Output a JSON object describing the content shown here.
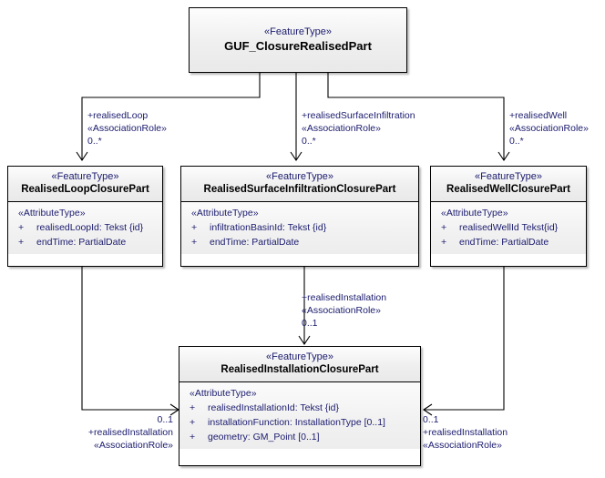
{
  "diagram": {
    "type": "uml-class-diagram",
    "title": "GUF_ClosureRealisedPart",
    "stereotype_feature": "«FeatureType»",
    "stereotype_attribute": "«AttributeType»",
    "stereotype_assocrole": "«AssociationRole»",
    "visibility_public": "+",
    "colors": {
      "text": "#1a1a6e",
      "name_text": "#000000",
      "border": "#000000",
      "header_fill": "#efefef",
      "body_fill": "#f1f1f1",
      "page_bg": "#ffffff"
    }
  },
  "classes": [
    {
      "id": "guf-closure-realised-part",
      "stereotype": "«FeatureType»",
      "name": "GUF_ClosureRealisedPart",
      "attribute_stereotype": "",
      "attributes": []
    },
    {
      "id": "realised-loop-closure-part",
      "stereotype": "«FeatureType»",
      "name": "RealisedLoopClosurePart",
      "attribute_stereotype": "«AttributeType»",
      "attributes": [
        {
          "visibility": "+",
          "text": "realisedLoopId: Tekst {id}"
        },
        {
          "visibility": "+",
          "text": "endTime: PartialDate"
        }
      ]
    },
    {
      "id": "realised-surface-infiltration-closure-part",
      "stereotype": "«FeatureType»",
      "name": "RealisedSurfaceInfiltrationClosurePart",
      "attribute_stereotype": "«AttributeType»",
      "attributes": [
        {
          "visibility": "+",
          "text": "infiltrationBasinId: Tekst {id}"
        },
        {
          "visibility": "+",
          "text": "endTime: PartialDate"
        }
      ]
    },
    {
      "id": "realised-well-closure-part",
      "stereotype": "«FeatureType»",
      "name": "RealisedWellClosurePart",
      "attribute_stereotype": "«AttributeType»",
      "attributes": [
        {
          "visibility": "+",
          "text": "realisedWellId Tekst{id}"
        },
        {
          "visibility": "+",
          "text": "endTime: PartialDate"
        }
      ]
    },
    {
      "id": "realised-installation-closure-part",
      "stereotype": "«FeatureType»",
      "name": "RealisedInstallationClosurePart",
      "attribute_stereotype": "«AttributeType»",
      "attributes": [
        {
          "visibility": "+",
          "text": "realisedInstallationId: Tekst {id}"
        },
        {
          "visibility": "+",
          "text": "installationFunction: InstallationType [0..1]"
        },
        {
          "visibility": "+",
          "text": "geometry: GM_Point [0..1]"
        }
      ]
    }
  ],
  "associations": [
    {
      "id": "realised-loop",
      "role": "+realisedLoop",
      "stereotype": "«AssociationRole»",
      "multiplicity": "0..*"
    },
    {
      "id": "realised-surface-infiltration",
      "role": "+realisedSurfaceInfiltration",
      "stereotype": "«AssociationRole»",
      "multiplicity": "0..*"
    },
    {
      "id": "realised-well",
      "role": "+realisedWell",
      "stereotype": "«AssociationRole»",
      "multiplicity": "0..*"
    },
    {
      "id": "realised-installation-middle",
      "role": "+realisedInstallation",
      "stereotype": "«AssociationRole»",
      "multiplicity": "0..1"
    },
    {
      "id": "realised-installation-left",
      "role": "+realisedInstallation",
      "stereotype": "«AssociationRole»",
      "multiplicity": "0..1"
    },
    {
      "id": "realised-installation-right",
      "role": "+realisedInstallation",
      "stereotype": "«AssociationRole»",
      "multiplicity": "0..1"
    }
  ]
}
